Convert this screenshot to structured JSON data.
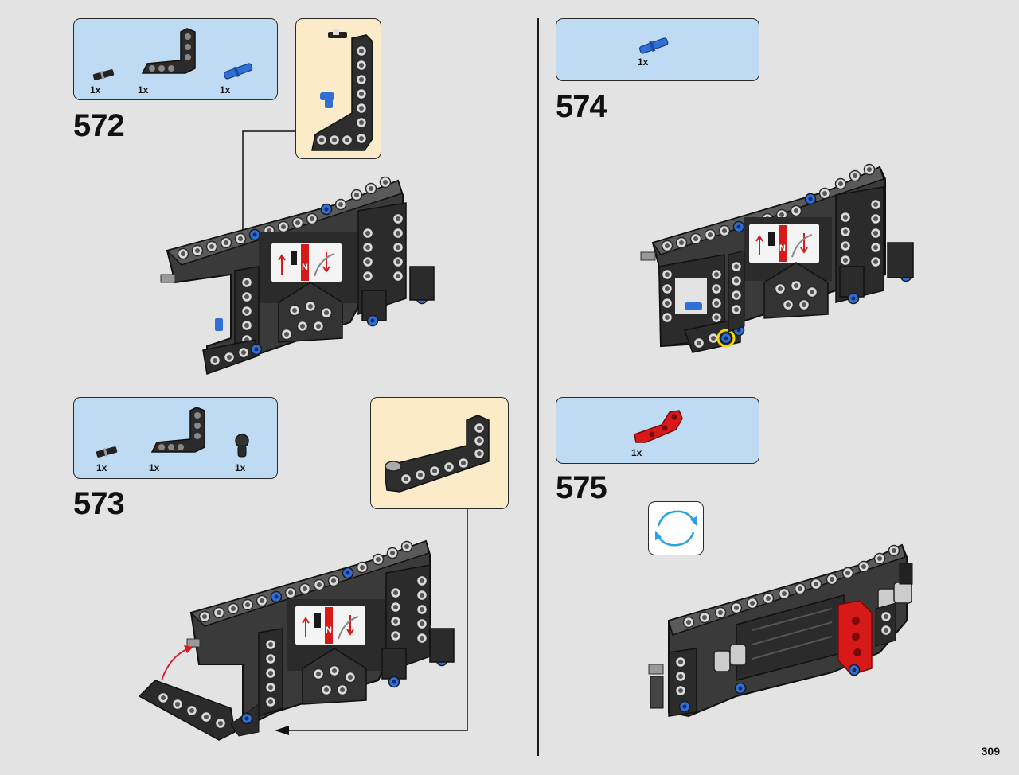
{
  "page": {
    "number": "309"
  },
  "steps": [
    {
      "id": "572",
      "label": "572",
      "parts": [
        {
          "qty": "1x",
          "icon": "connector-pin-icon"
        },
        {
          "qty": "1x",
          "icon": "beam-L-icon"
        },
        {
          "qty": "1x",
          "icon": "blue-axle-pin-icon"
        }
      ]
    },
    {
      "id": "573",
      "label": "573",
      "parts": [
        {
          "qty": "1x",
          "icon": "connector-pin-icon"
        },
        {
          "qty": "1x",
          "icon": "beam-L-icon"
        },
        {
          "qty": "1x",
          "icon": "ball-joint-icon"
        }
      ]
    },
    {
      "id": "574",
      "label": "574",
      "parts": [
        {
          "qty": "1x",
          "icon": "blue-axle-pin-icon"
        }
      ]
    },
    {
      "id": "575",
      "label": "575",
      "parts": [
        {
          "qty": "1x",
          "icon": "red-beam-icon"
        }
      ]
    }
  ],
  "colors": {
    "parts_bg": "#bfdaf3",
    "callout_bg": "#fbebc9",
    "page_bg": "#e3e3e3",
    "accent_red": "#d8191a",
    "accent_blue": "#2f6fd6",
    "highlight_yellow": "#f3d900"
  }
}
